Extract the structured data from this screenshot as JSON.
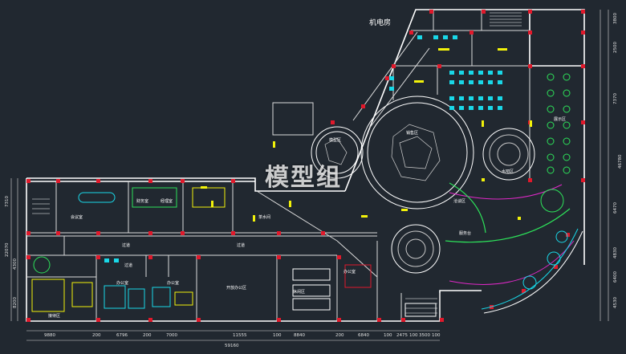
{
  "colors": {
    "background": "#212830",
    "wall": "#ffffff",
    "column": "#e0192b",
    "accent_yellow": "#f2f20a",
    "accent_cyan": "#19d8e8",
    "accent_green": "#2de25a",
    "accent_magenta": "#e028c8",
    "dim_line": "#d9d9d9",
    "text_label": "#ffffff"
  },
  "room_labels": {
    "mep_room": "机电房",
    "meeting_room": "会议室",
    "finance": "财务室",
    "manager_office": "经理室",
    "office_a": "办公室",
    "office_b": "办公室",
    "reception": "接待区",
    "open_office": "开放办公区",
    "tea_room": "茶水间",
    "lounge": "休闲区",
    "sales_area": "销售区",
    "negotiation": "洽谈区",
    "model_area": "模型区",
    "exhibit": "展示区",
    "water_bar": "水吧区",
    "service": "服务台",
    "office_c": "办公室"
  },
  "corridor_labels": [
    "过道",
    "过道",
    "过道"
  ],
  "dimensions": {
    "bottom_segments": [
      "9880",
      "200",
      "6796",
      "200",
      "7000",
      "11555",
      "100",
      "8840",
      "200",
      "6840",
      "100",
      "2475",
      "100",
      "3500",
      "100"
    ],
    "bottom_total": "59160",
    "left_segments": [
      "7310",
      "22070",
      "4300",
      "8200"
    ],
    "right_segments": [
      "3800",
      "2500",
      "7370",
      "46780",
      "6470",
      "4830",
      "6400",
      "4530"
    ]
  },
  "watermark": "模型组"
}
